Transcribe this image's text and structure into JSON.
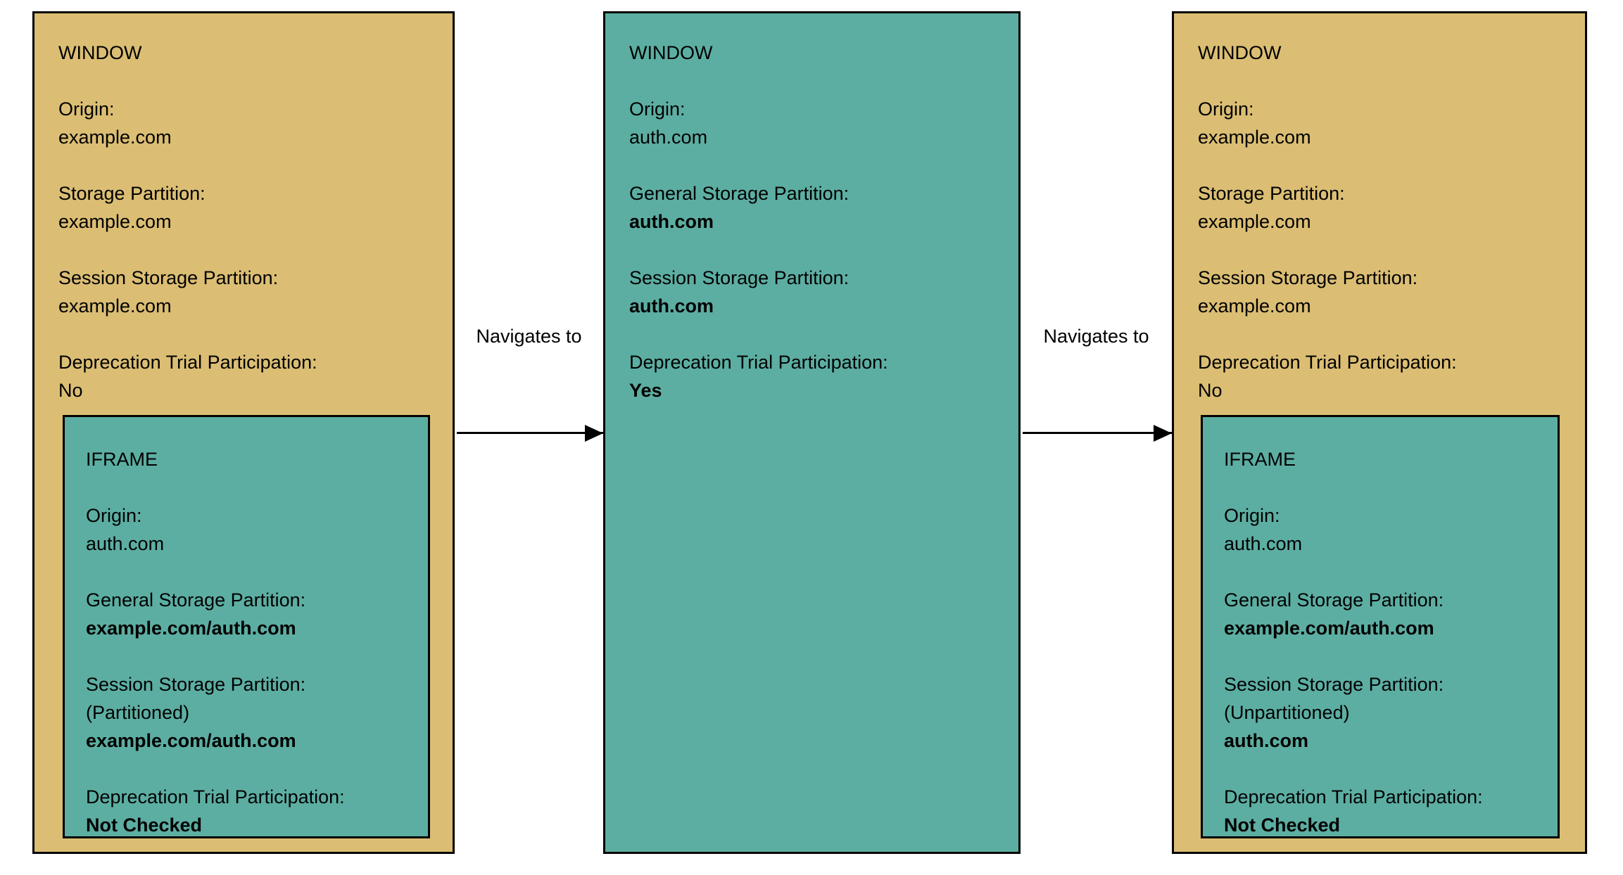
{
  "colors": {
    "page_bg": "#FFFFFF",
    "window_fill": "#DBBE74",
    "iframe_fill": "#5CAEA2",
    "border": "#000000",
    "text": "#000000"
  },
  "arrows": {
    "arrow1_label": "Navigates to",
    "arrow2_label": "Navigates to"
  },
  "boxes": {
    "window1": {
      "title": "WINDOW",
      "origin_label": "Origin:",
      "origin_value": "example.com",
      "storage_label": "Storage Partition:",
      "storage_value": "example.com",
      "session_label": "Session Storage Partition:",
      "session_value": "example.com",
      "trial_label": "Deprecation Trial Participation:",
      "trial_value": "No"
    },
    "iframe1": {
      "title": "IFRAME",
      "origin_label": "Origin:",
      "origin_value": "auth.com",
      "general_label": "General Storage Partition:",
      "general_value": "example.com/auth.com",
      "session_label": "Session Storage Partition:",
      "session_note": "(Partitioned)",
      "session_value": "example.com/auth.com",
      "trial_label": "Deprecation Trial Participation:",
      "trial_value": "Not Checked"
    },
    "window2": {
      "title": "WINDOW",
      "origin_label": "Origin:",
      "origin_value": "auth.com",
      "general_label": "General Storage Partition:",
      "general_value": "auth.com",
      "session_label": "Session Storage Partition:",
      "session_value": "auth.com",
      "trial_label": "Deprecation Trial Participation:",
      "trial_value": "Yes"
    },
    "window3": {
      "title": "WINDOW",
      "origin_label": "Origin:",
      "origin_value": "example.com",
      "storage_label": "Storage Partition:",
      "storage_value": "example.com",
      "session_label": "Session Storage Partition:",
      "session_value": "example.com",
      "trial_label": "Deprecation Trial Participation:",
      "trial_value": "No"
    },
    "iframe3": {
      "title": "IFRAME",
      "origin_label": "Origin:",
      "origin_value": "auth.com",
      "general_label": "General Storage Partition:",
      "general_value": "example.com/auth.com",
      "session_label": "Session Storage Partition:",
      "session_note": "(Unpartitioned)",
      "session_value": "auth.com",
      "trial_label": "Deprecation Trial Participation:",
      "trial_value": "Not Checked"
    }
  }
}
